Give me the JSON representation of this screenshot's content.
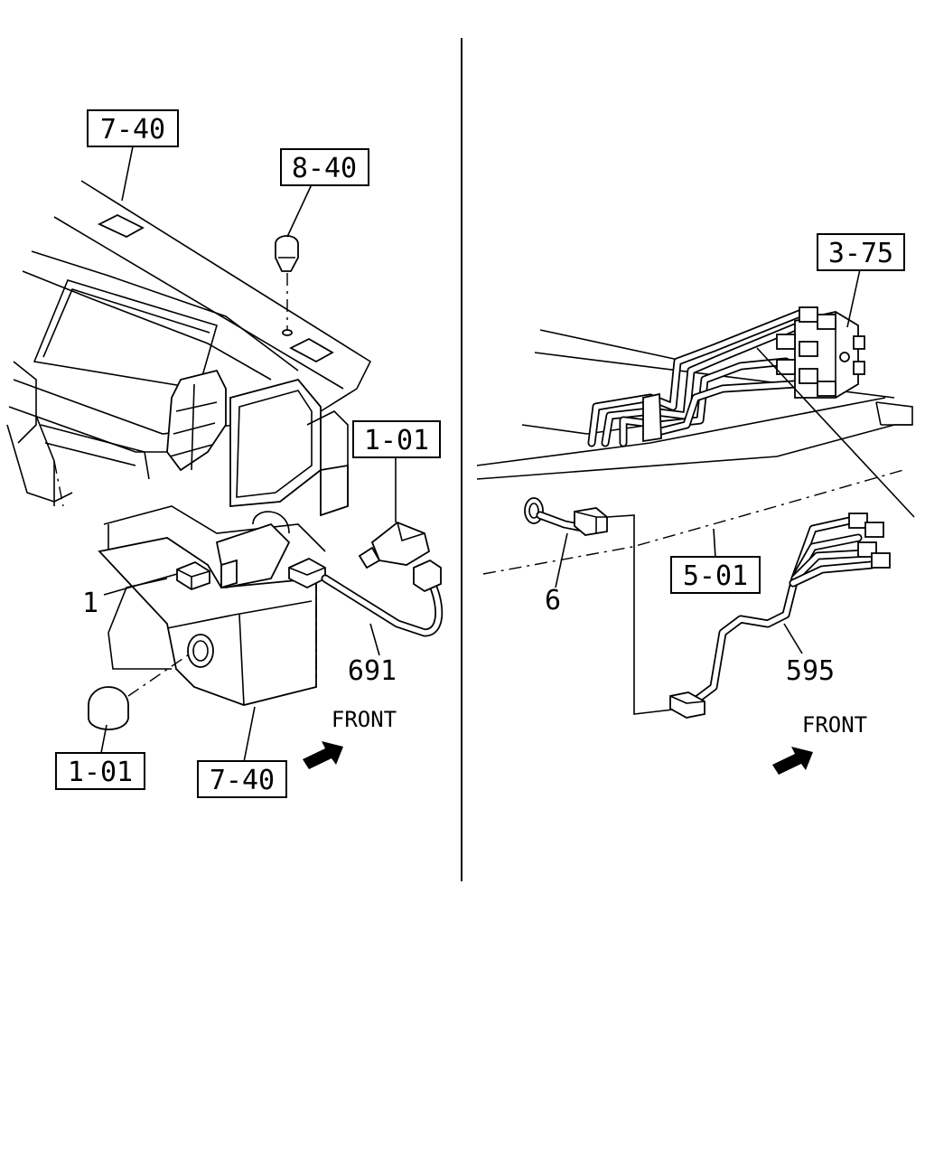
{
  "left_panel": {
    "refs": {
      "dash_upper": "7-40",
      "clip": "8-40",
      "switch_upper": "1-01",
      "knob": "1-01",
      "dash_lower": "7-40"
    },
    "callouts": {
      "part_1": "1",
      "part_691": "691"
    },
    "front_label": "FRONT"
  },
  "right_panel": {
    "refs": {
      "valve_block": "3-75",
      "frame": "5-01"
    },
    "callouts": {
      "part_6": "6",
      "part_595": "595"
    },
    "front_label": "FRONT"
  }
}
